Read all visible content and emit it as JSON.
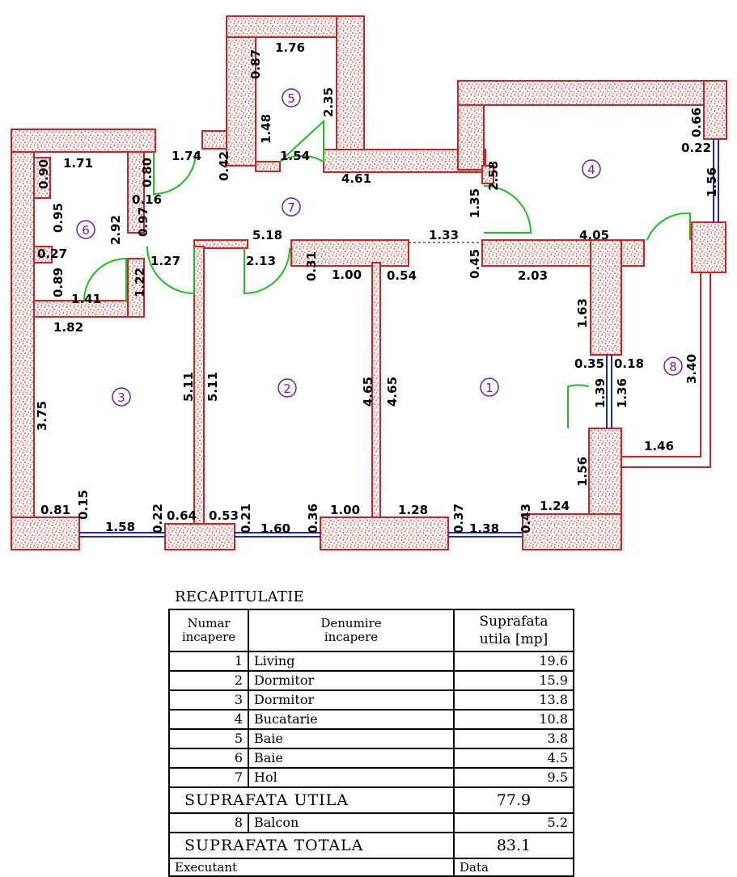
{
  "plan": {
    "room_labels": [
      "1",
      "2",
      "3",
      "4",
      "5",
      "6",
      "7",
      "8"
    ],
    "dimensions": {
      "r5_top": "1.76",
      "r5_left_top": "0.87",
      "r5_left": "1.48",
      "r5_right": "2.35",
      "r5_door": "1.54",
      "r6_top": "1.71",
      "r6_left_top": "0.90",
      "r6_left_mid": "0.95",
      "r6_left_small": "0.27",
      "r6_left_bot": "0.89",
      "r6_right": "2.92",
      "r6_right_small": "0.97",
      "r6_bottom": "1.41",
      "r6_door_right": "1.22",
      "hall_a": "0.80",
      "hall_b": "0.16",
      "hall_door": "1.74",
      "hall_c": "0.42",
      "hall_top": "4.61",
      "hall_door2": "1.27",
      "hall_mid": "5.18",
      "hall_door3": "2.13",
      "hall_d": "0.31",
      "hall_e": "1.00",
      "hall_f": "0.54",
      "hall_opening": "1.33",
      "hall_g": "1.35",
      "hall_h": "0.45",
      "r4_left": "2.58",
      "r4_right_top": "0.66",
      "r4_right_small": "0.22",
      "r4_window": "1.56",
      "r4_bottom": "4.05",
      "r1_top": "2.03",
      "r1_wall": "1.63",
      "r1_a": "0.35",
      "r1_b": "0.18",
      "r1_door1": "1.39",
      "r1_door2": "1.36",
      "r1_bottom_right": "1.56",
      "r1_corner": "1.24",
      "r1_window": "1.38",
      "r1_c": "0.43",
      "r1_d": "0.37",
      "r1_e": "1.28",
      "r1_left1": "4.65",
      "r1_left2": "4.65",
      "r2_a": "1.00",
      "r2_b": "0.36",
      "r2_window": "1.60",
      "r2_c": "0.21",
      "r2_d": "0.53",
      "r2_e": "0.64",
      "r2_f": "0.22",
      "r2_left1": "5.11",
      "r2_left2": "5.11",
      "r3_top": "1.82",
      "r3_left": "3.75",
      "r3_a": "0.81",
      "r3_b": "0.15",
      "r3_window": "1.58",
      "balcony_side": "3.40",
      "balcony_bottom": "1.46"
    },
    "colors": {
      "wall_outline": "#d62020",
      "hatch": "#c63a3a",
      "door": "#19c21c",
      "window": "#1e2bb0",
      "room_label": "#6a1bb5"
    }
  },
  "recap": {
    "title": "RECAPITULATIE",
    "headers": {
      "numar_l1": "Numar",
      "numar_l2": "incapere",
      "denumire_l1": "Denumire",
      "denumire_l2": "incapere",
      "suprafata_l1": "Suprafata",
      "suprafata_l2": "utila  [mp]"
    },
    "rows": [
      {
        "nr": "1",
        "name": "Living",
        "area": "19.6"
      },
      {
        "nr": "2",
        "name": "Dormitor",
        "area": "15.9"
      },
      {
        "nr": "3",
        "name": "Dormitor",
        "area": "13.8"
      },
      {
        "nr": "4",
        "name": "Bucatarie",
        "area": "10.8"
      },
      {
        "nr": "5",
        "name": "Baie",
        "area": "3.8"
      },
      {
        "nr": "6",
        "name": "Baie",
        "area": "4.5"
      },
      {
        "nr": "7",
        "name": "Hol",
        "area": "9.5"
      }
    ],
    "util_label": "SUPRAFATA  UTILA",
    "util_value": "77.9",
    "balcon": {
      "nr": "8",
      "name": "Balcon",
      "area": "5.2"
    },
    "total_label": "SUPRAFATA  TOTALA",
    "total_value": "83.1",
    "footer_left": "Executant",
    "footer_right": "Data"
  }
}
